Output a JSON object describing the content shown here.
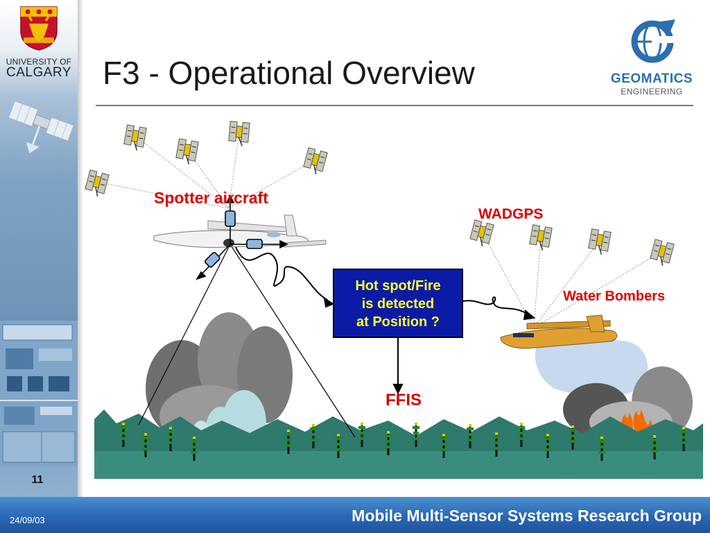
{
  "slide": {
    "title": "F3 - Operational Overview",
    "number": "11",
    "date": "24/09/03",
    "footer_text": "Mobile Multi-Sensor Systems Research Group"
  },
  "branding": {
    "university_line1": "UNIVERSITY OF",
    "university_line2": "CALGARY",
    "dept_line1": "GEOMATICS",
    "dept_line2": "ENGINEERING"
  },
  "diagram": {
    "spotter_label": "Spotter aircraft",
    "wadgps_label": "WADGPS",
    "water_bombers_label": "Water Bombers",
    "ffis_label": "FFIS",
    "hotspot_lines": [
      "Hot spot/Fire",
      "is detected",
      "at Position ?"
    ]
  },
  "colors": {
    "label_red": "#d90000",
    "hotspot_box_bg": "#0b1ba6",
    "hotspot_text": "#ffff33",
    "footer_blue": "#2a67b3",
    "forest_teal": "#2e7a6c"
  }
}
